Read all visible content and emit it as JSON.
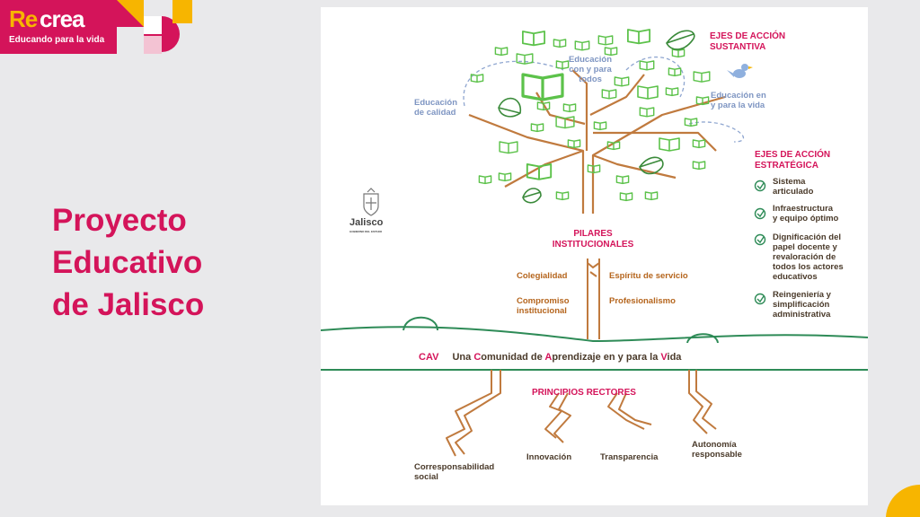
{
  "logo": {
    "re": "Re",
    "crea": "crea",
    "tagline": "Educando para la vida"
  },
  "slide_title": [
    "Proyecto",
    "Educativo",
    "de Jalisco"
  ],
  "jalisco_logo": {
    "text": "Jalisco",
    "subtext": "GOBIERNO DEL ESTADO"
  },
  "ejes_sustantiva": {
    "heading": [
      "EJES DE ACCIÓN",
      "SUSTANTIVA"
    ],
    "calidad": [
      "Educación",
      "de calidad"
    ],
    "todos": [
      "Educación",
      "con y para",
      "todos"
    ],
    "vida": [
      "Educación en",
      "y para la vida"
    ]
  },
  "ejes_estrategica": {
    "heading": [
      "EJES DE ACCIÓN",
      "ESTRATÉGICA"
    ],
    "items": [
      [
        "Sistema",
        "articulado"
      ],
      [
        "Infraestructura",
        "y equipo óptimo"
      ],
      [
        "Dignificación del",
        "papel docente y",
        "revaloración de",
        "todos los actores",
        "educativos"
      ],
      [
        "Reingeniería y",
        "simplificación",
        "administrativa"
      ]
    ]
  },
  "pilares": {
    "heading": [
      "PILARES",
      "INSTITUCIONALES"
    ],
    "colegialidad": "Colegialidad",
    "espiritu": "Espíritu de servicio",
    "compromiso": [
      "Compromiso",
      "institucional"
    ],
    "profesionalismo": "Profesionalismo"
  },
  "cav": {
    "abbr": "CAV",
    "parts": [
      "Una ",
      "C",
      "omunidad de ",
      "A",
      "prendizaje en y para la ",
      "V",
      "ida"
    ]
  },
  "principios": {
    "heading": "PRINCIPIOS RECTORES",
    "corresponsabilidad": [
      "Corresponsabilidad",
      "social"
    ],
    "innovacion": "Innovación",
    "transparencia": "Transparencia",
    "autonomia": [
      "Autonomía",
      "responsable"
    ]
  },
  "colors": {
    "brand_pink": "#d4145a",
    "brand_yellow": "#f7b500",
    "leaf_green": "#5cc24a",
    "trunk_brown": "#c07a3e",
    "ground_green": "#2e8b57",
    "soft_blue": "#7e95c2"
  }
}
